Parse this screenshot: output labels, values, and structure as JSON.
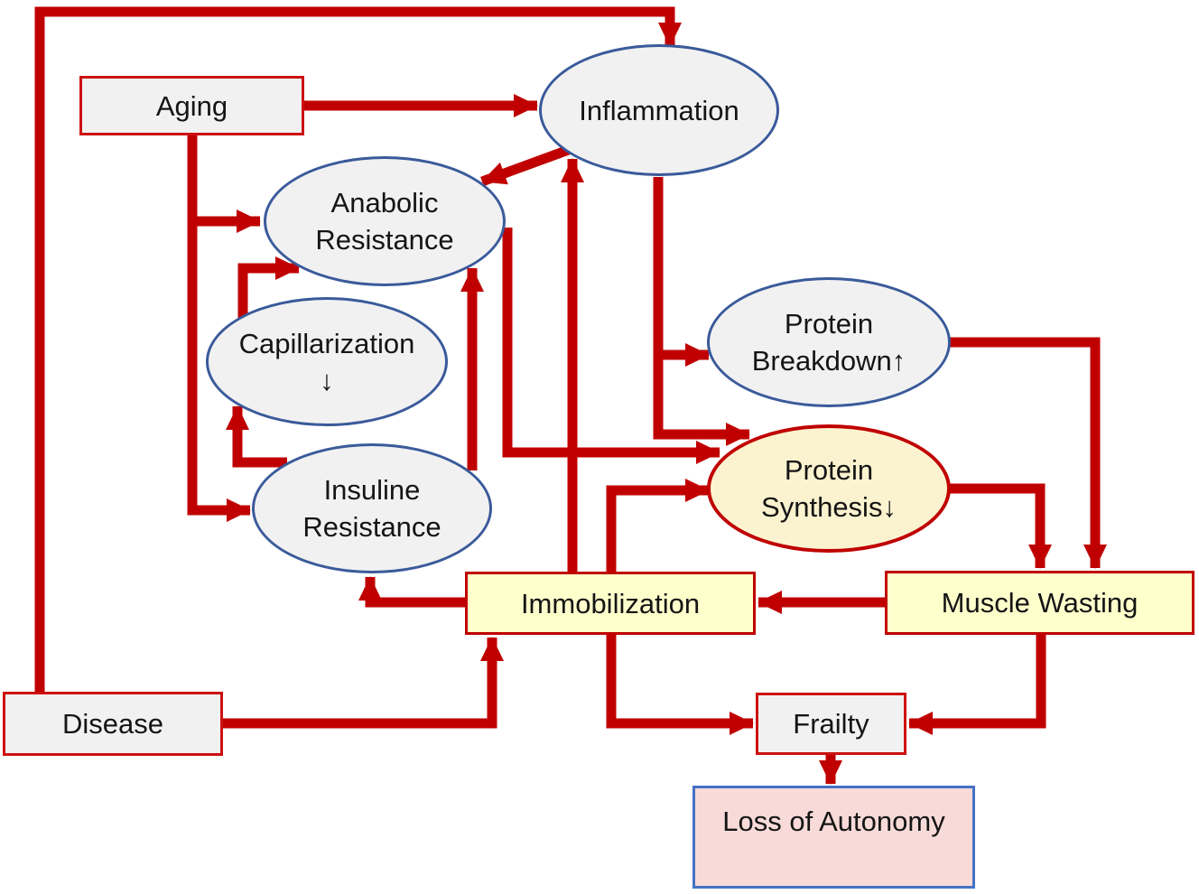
{
  "figure": {
    "type": "flow-diagram",
    "description": "Feedback-loop diagram linking aging, disease, inflammation, anabolic and insulin resistance, protein turnover, immobilization, muscle wasting, frailty and loss of autonomy",
    "background": "#ffffff"
  },
  "colors": {
    "arrow": "#c00000",
    "ellipse_border_blue": "#3a5a9a",
    "box_border_red": "#cc1111",
    "gray_fill": "#f1f1f2",
    "yellow_fill": "#ffffcc",
    "gold_fill": "#fbf3cf",
    "pink_fill": "#f8dbd8",
    "pink_border_blue": "#4472c4",
    "text": "#151515"
  },
  "nodes": {
    "aging": {
      "label": "Aging",
      "shape": "rectangle",
      "fill": "gray",
      "border": "red"
    },
    "inflammation": {
      "label": "Inflammation",
      "shape": "ellipse",
      "fill": "gray",
      "border": "blue"
    },
    "anabolic_resistance": {
      "line1": "Anabolic",
      "line2": "Resistance",
      "shape": "ellipse",
      "fill": "gray",
      "border": "blue"
    },
    "capillarization": {
      "line1": "Capillarization",
      "line2": "↓",
      "shape": "ellipse",
      "fill": "gray",
      "border": "blue"
    },
    "insuline_resistance": {
      "line1": "Insuline",
      "line2": "Resistance",
      "shape": "ellipse",
      "fill": "gray",
      "border": "blue"
    },
    "protein_breakdown": {
      "line1": "Protein",
      "line2": "Breakdown↑",
      "shape": "ellipse",
      "fill": "gray",
      "border": "blue"
    },
    "protein_synthesis": {
      "line1": "Protein",
      "line2": "Synthesis↓",
      "shape": "ellipse",
      "fill": "gold",
      "border": "red"
    },
    "immobilization": {
      "label": "Immobilization",
      "shape": "rectangle",
      "fill": "yellow",
      "border": "red"
    },
    "muscle_wasting": {
      "label": "Muscle Wasting",
      "shape": "rectangle",
      "fill": "yellow",
      "border": "red"
    },
    "disease": {
      "label": "Disease",
      "shape": "rectangle",
      "fill": "gray",
      "border": "red"
    },
    "frailty": {
      "label": "Frailty",
      "shape": "rectangle",
      "fill": "gray",
      "border": "red"
    },
    "loss_of_autonomy": {
      "label": "Loss of Autonomy",
      "shape": "rectangle",
      "fill": "pink",
      "border": "blue"
    }
  },
  "edges": [
    {
      "from": "disease",
      "to": "inflammation",
      "route": "up left edge and across top"
    },
    {
      "from": "aging",
      "to": "inflammation"
    },
    {
      "from": "inflammation",
      "to": "anabolic_resistance"
    },
    {
      "from": "aging",
      "to": "anabolic_resistance"
    },
    {
      "from": "aging",
      "to": "insuline_resistance"
    },
    {
      "from": "insuline_resistance",
      "to": "capillarization"
    },
    {
      "from": "capillarization",
      "to": "anabolic_resistance"
    },
    {
      "from": "insuline_resistance",
      "to": "anabolic_resistance"
    },
    {
      "from": "anabolic_resistance",
      "to": "protein_synthesis"
    },
    {
      "from": "inflammation",
      "to": "protein_breakdown"
    },
    {
      "from": "inflammation",
      "to": "protein_synthesis"
    },
    {
      "from": "immobilization",
      "to": "inflammation"
    },
    {
      "from": "immobilization",
      "to": "protein_synthesis"
    },
    {
      "from": "immobilization",
      "to": "insuline_resistance"
    },
    {
      "from": "immobilization",
      "to": "frailty"
    },
    {
      "from": "protein_synthesis",
      "to": "muscle_wasting"
    },
    {
      "from": "protein_breakdown",
      "to": "muscle_wasting"
    },
    {
      "from": "muscle_wasting",
      "to": "immobilization"
    },
    {
      "from": "muscle_wasting",
      "to": "frailty"
    },
    {
      "from": "disease",
      "to": "immobilization"
    },
    {
      "from": "frailty",
      "to": "loss_of_autonomy"
    }
  ]
}
